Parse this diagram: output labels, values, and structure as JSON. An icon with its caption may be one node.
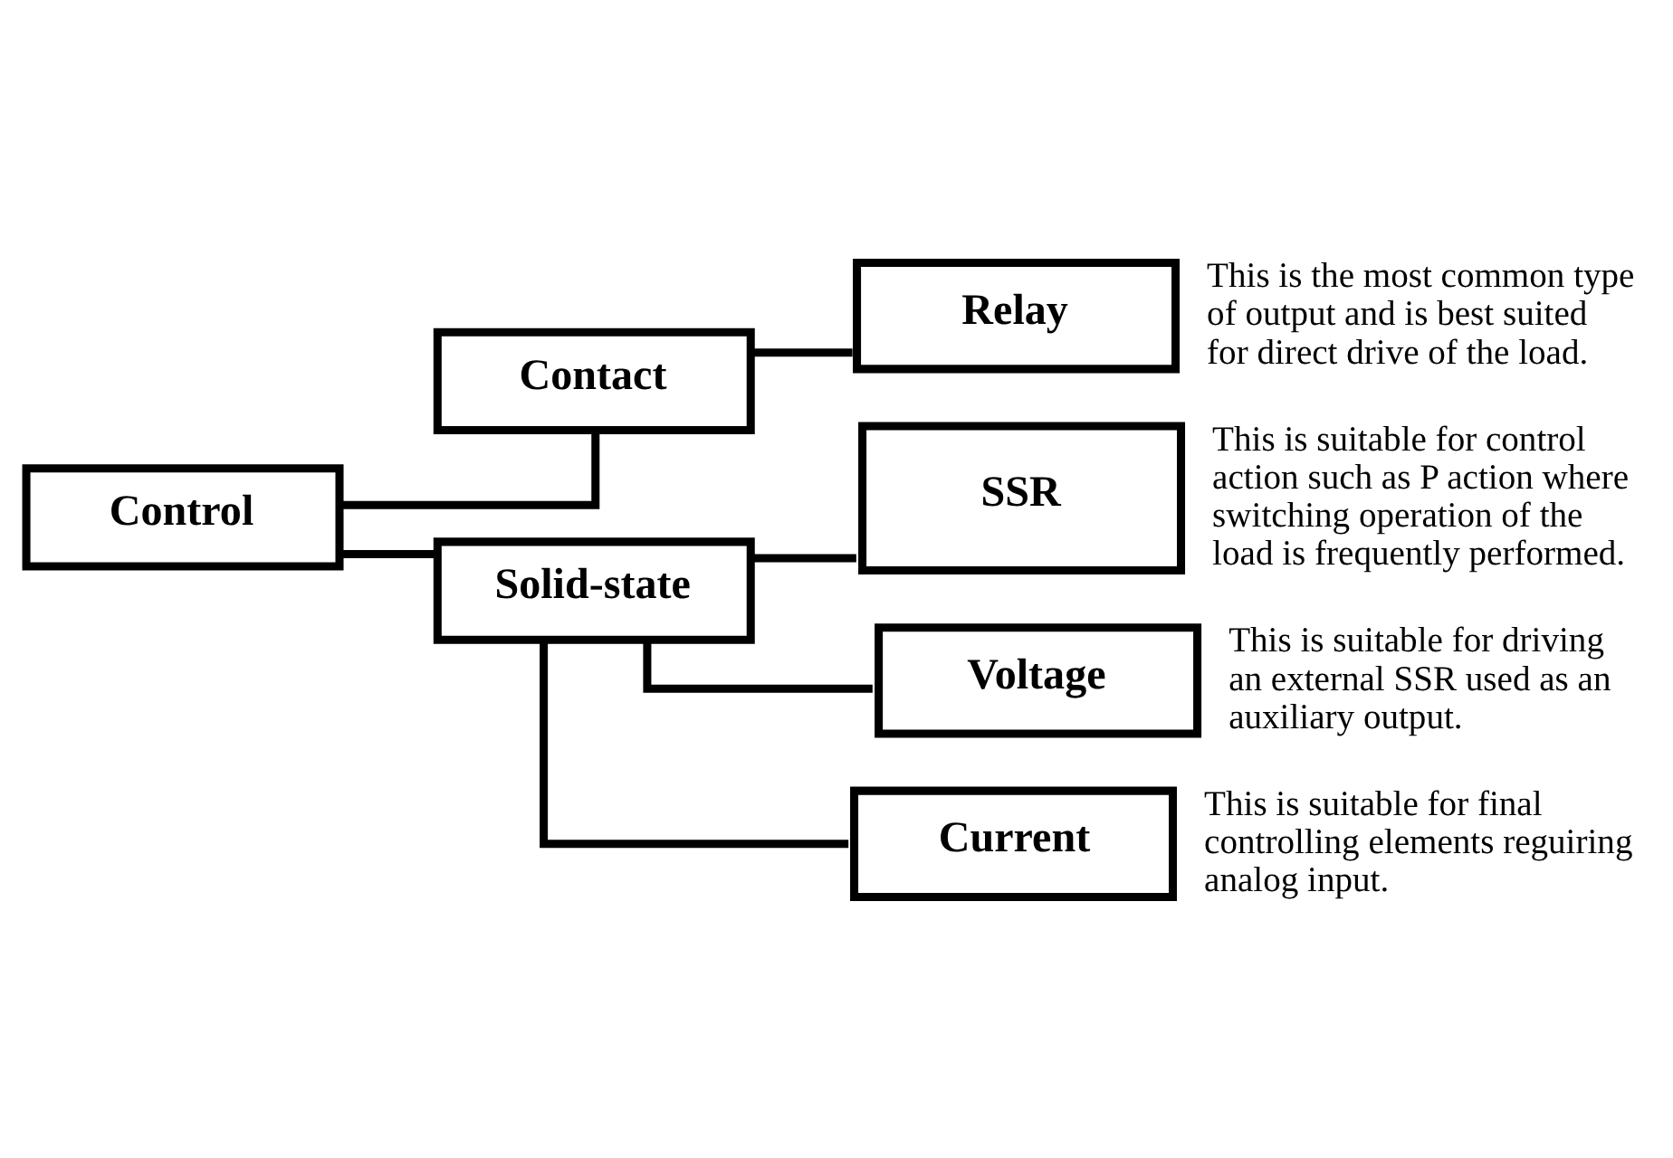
{
  "diagram": {
    "nodes": [
      {
        "text": [
          "Control"
        ]
      },
      {
        "text": [
          "Contact"
        ]
      },
      {
        "text": [
          "Relay"
        ],
        "beside": [
          "This is the most common type of output and is best suited for direct drive of the load."
        ]
      },
      {
        "text": [
          "Solid-state"
        ]
      },
      {
        "text": [
          "SSR"
        ],
        "beside": [
          "This is suitable for control action such as P action where switching operation of the load is frequently performed."
        ]
      },
      {
        "text": [
          "Voltage"
        ],
        "beside": [
          "This is suitable for driving an external SSR used as an auxiliary output."
        ]
      },
      {
        "text": [
          "Current"
        ],
        "beside": [
          "This is suitable for final controlling elements reguiring analog input."
        ]
      }
    ],
    "edges": [
      {
        "from": 0,
        "to": 1,
        "arrow": "none"
      },
      {
        "from": 1,
        "to": 2,
        "arrow": "none"
      },
      {
        "from": 0,
        "to": 3,
        "arrow": "none"
      },
      {
        "from": 3,
        "to": 4,
        "arrow": "none"
      },
      {
        "from": 3,
        "to": 5,
        "arrow": "none"
      },
      {
        "from": 3,
        "to": 6,
        "arrow": "none"
      }
    ]
  }
}
